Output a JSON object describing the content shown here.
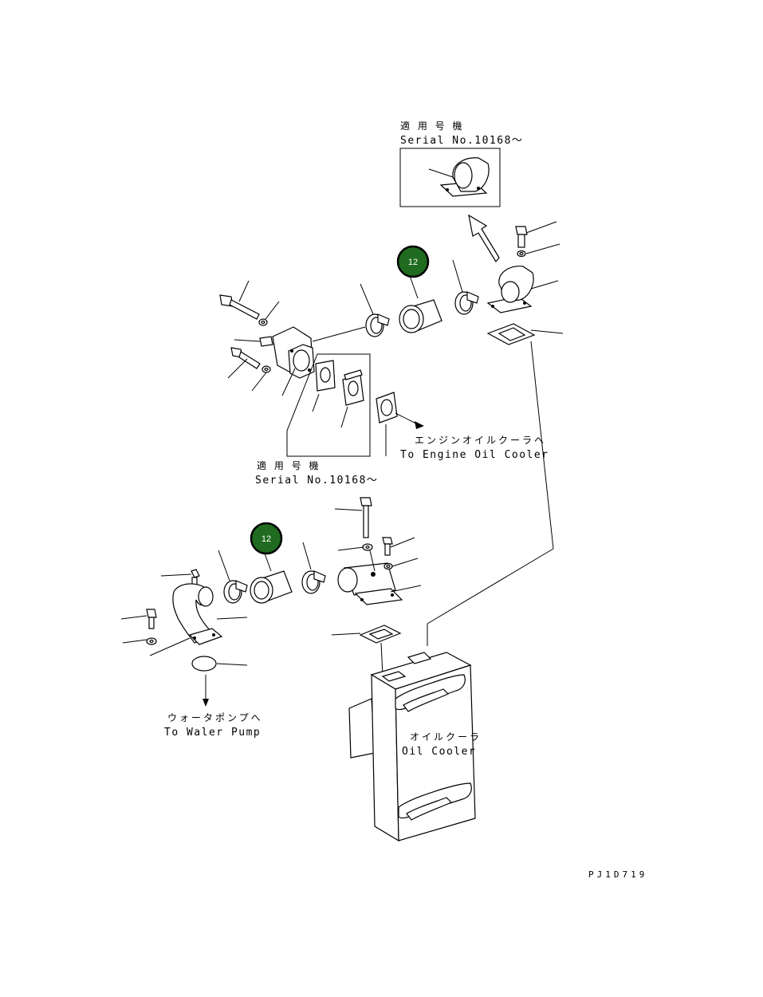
{
  "labels": {
    "serial_top_jp": "適 用 号 機",
    "serial_top_en": "Serial No.10168～",
    "serial_mid_jp": "適 用 号 機",
    "serial_mid_en": "Serial No.10168～",
    "engine_oil_cooler_jp": "エンジンオイルクーラへ",
    "engine_oil_cooler_en": "To Engine Oil Cooler",
    "water_pump_jp": "ウォータポンプへ",
    "water_pump_en": "To Waler Pump",
    "oil_cooler_jp": "オイルクーラ",
    "oil_cooler_en": "Oil Cooler",
    "drawing_code": "PJ1D719"
  },
  "callouts": [
    {
      "number": "12",
      "color": "#1f6b1f"
    },
    {
      "number": "12",
      "color": "#1f6b1f"
    }
  ]
}
